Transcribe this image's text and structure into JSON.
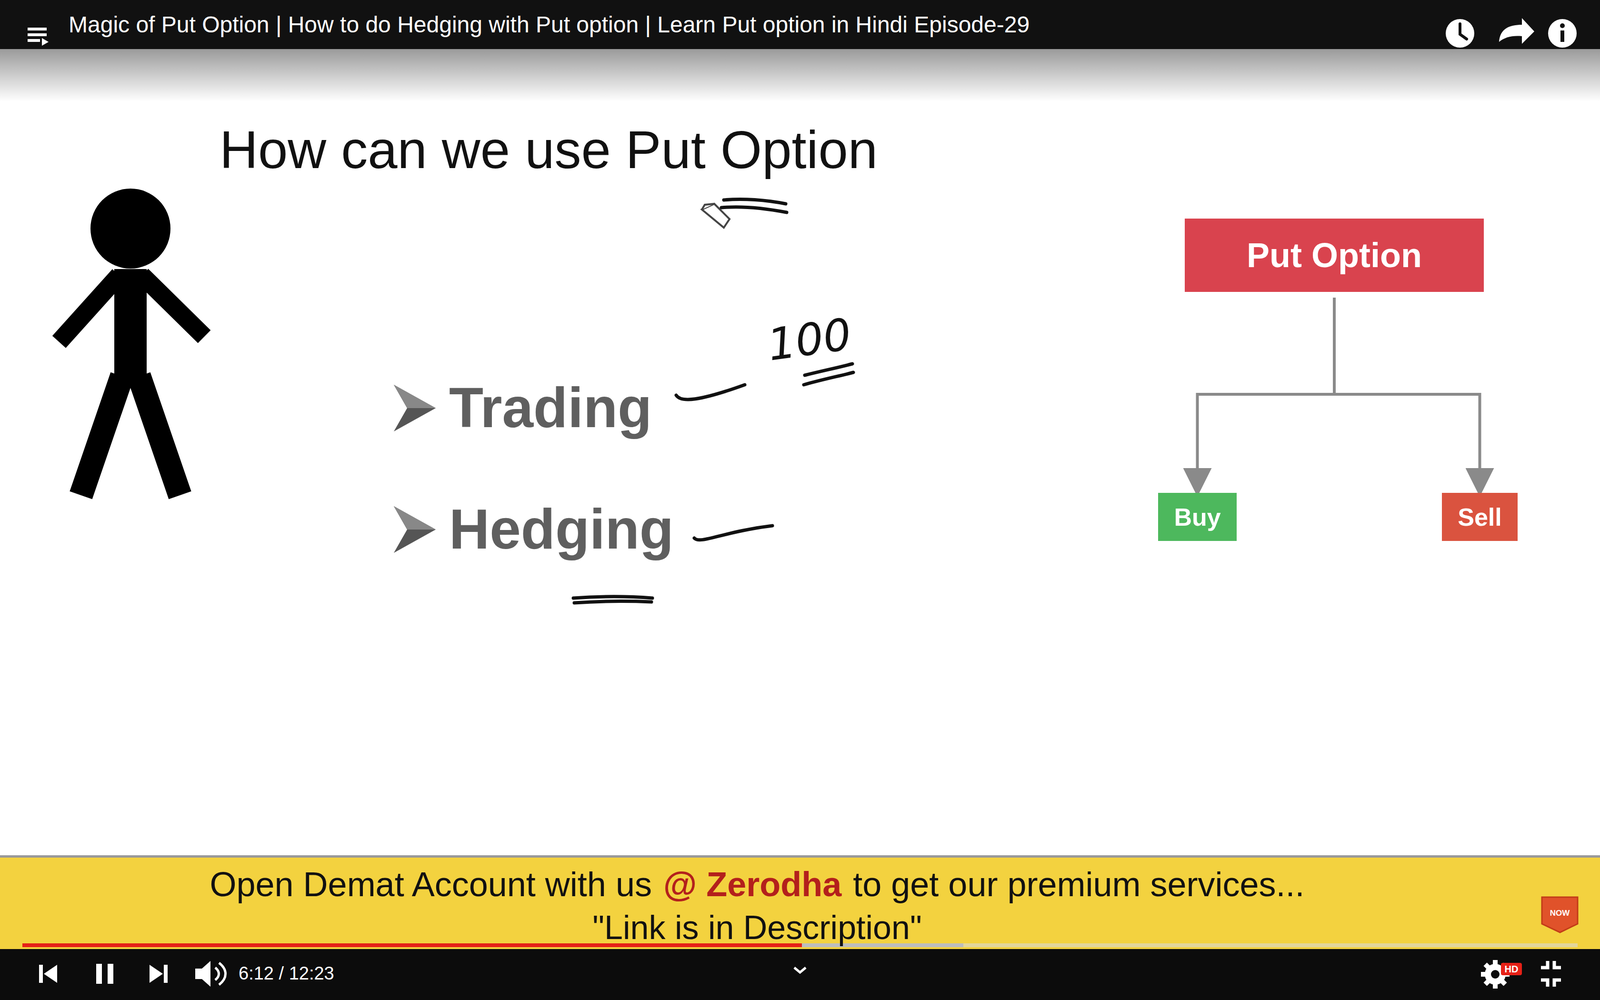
{
  "diagram": {
    "title": "How can we use Put Option",
    "nodes": [
      {
        "text": [
          "Put Option"
        ]
      },
      {
        "text": [
          "Buy"
        ]
      },
      {
        "text": [
          "Sell"
        ]
      }
    ],
    "edges": [
      {
        "from": 0,
        "to": 1,
        "arrow": "to"
      },
      {
        "from": 0,
        "to": 2,
        "arrow": "to"
      }
    ],
    "labels": [
      "Magic of Put Option | How to do Hedging with Put option | Learn Put option in Hindi Episode-29",
      "Trading",
      "100",
      "Hedging",
      "Open Demat Account with us",
      "@ Zerodha",
      "to get our premium services...",
      "\"Link is in Description\"",
      "NOW",
      "6:12 / 12:23",
      "HD"
    ]
  }
}
